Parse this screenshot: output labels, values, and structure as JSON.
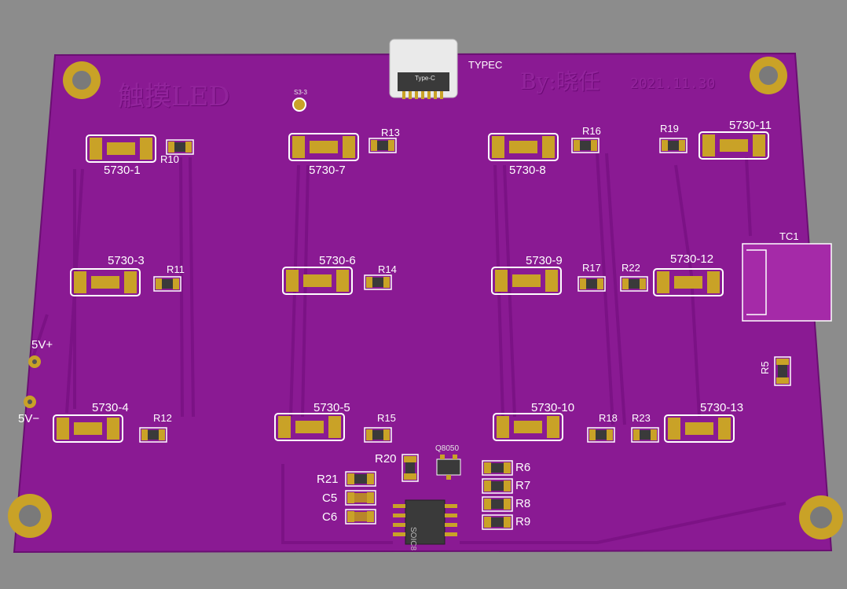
{
  "board": {
    "ghost_title": "触摸LED",
    "ghost_author": "By:晓任",
    "ghost_date": "2021.11.30"
  },
  "connector": {
    "label": "TYPEC",
    "inner_text": "Type-C"
  },
  "touch_pad": {
    "label": "TC1"
  },
  "power_labels": {
    "positive": "5V+",
    "negative": "5V−"
  },
  "test_point": {
    "label": "S3-3"
  },
  "leds": [
    {
      "ref": "5730-1"
    },
    {
      "ref": "5730-7"
    },
    {
      "ref": "5730-8"
    },
    {
      "ref": "5730-11"
    },
    {
      "ref": "5730-3"
    },
    {
      "ref": "5730-6"
    },
    {
      "ref": "5730-9"
    },
    {
      "ref": "5730-12"
    },
    {
      "ref": "5730-4"
    },
    {
      "ref": "5730-5"
    },
    {
      "ref": "5730-10"
    },
    {
      "ref": "5730-13"
    }
  ],
  "resistors": [
    {
      "ref": "R10"
    },
    {
      "ref": "R13"
    },
    {
      "ref": "R16"
    },
    {
      "ref": "R19"
    },
    {
      "ref": "R11"
    },
    {
      "ref": "R14"
    },
    {
      "ref": "R17"
    },
    {
      "ref": "R22"
    },
    {
      "ref": "R12"
    },
    {
      "ref": "R15"
    },
    {
      "ref": "R18"
    },
    {
      "ref": "R23"
    },
    {
      "ref": "R5"
    },
    {
      "ref": "R20"
    },
    {
      "ref": "R21"
    },
    {
      "ref": "R6"
    },
    {
      "ref": "R7"
    },
    {
      "ref": "R8"
    },
    {
      "ref": "R9"
    }
  ],
  "capacitors": [
    {
      "ref": "C5"
    },
    {
      "ref": "C6"
    }
  ],
  "transistor": {
    "ref": "Q8050"
  },
  "ic": {
    "marking": "SOIC8"
  },
  "colors": {
    "background": "#8c8c8c",
    "solder_mask": "#8a1a93",
    "copper_pad": "#c9a227",
    "silkscreen": "#ffffff"
  }
}
